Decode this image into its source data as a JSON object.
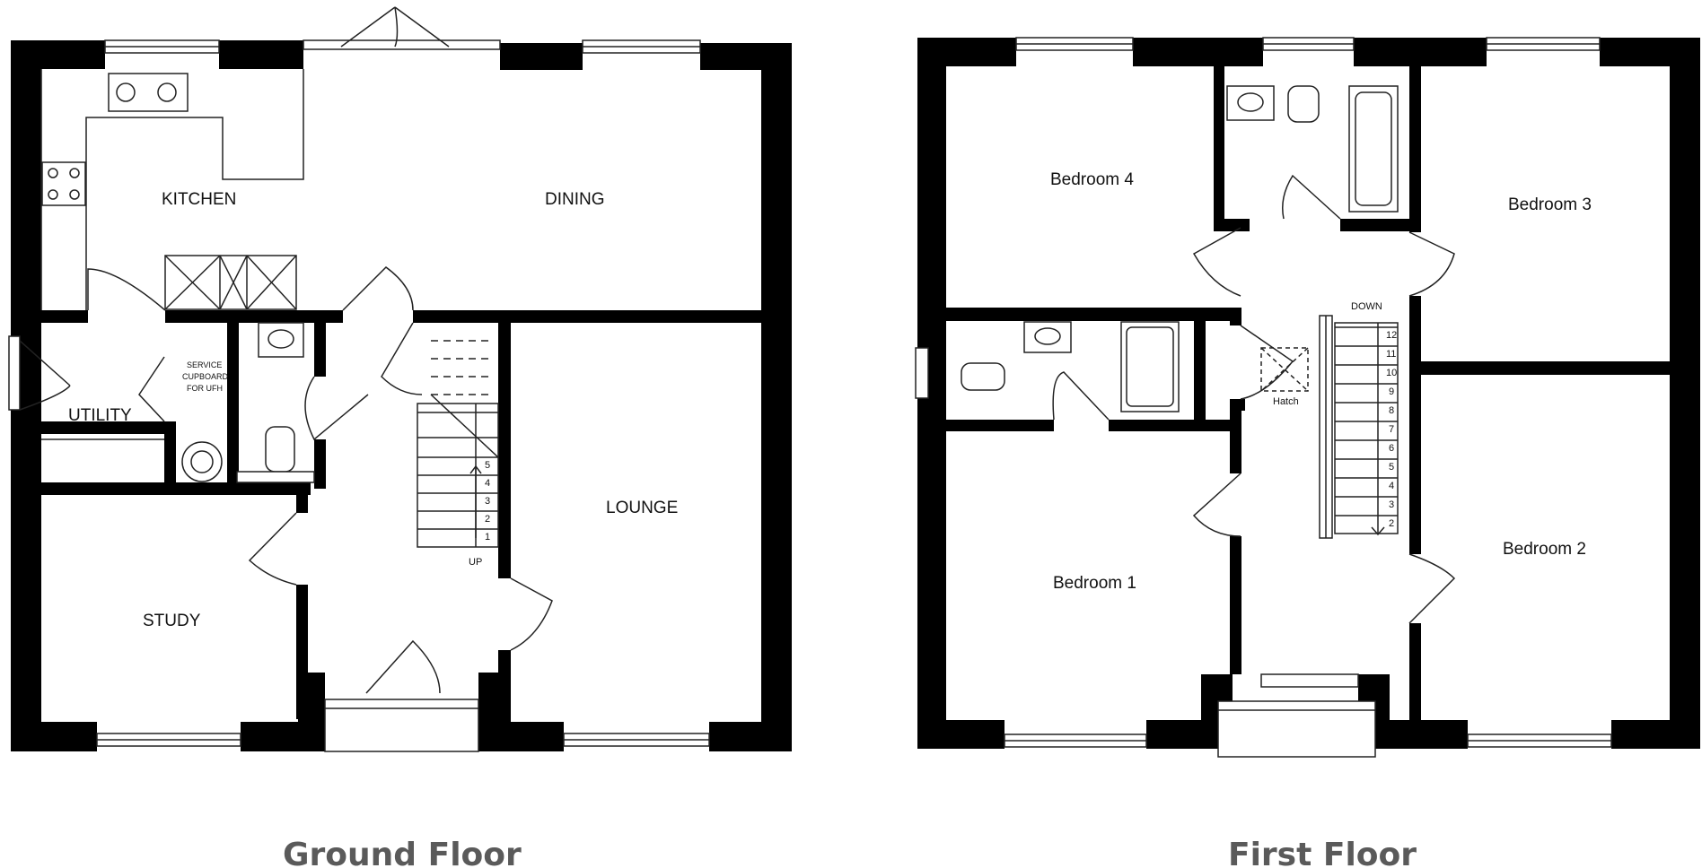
{
  "ground_floor": {
    "title": "Ground Floor",
    "rooms": {
      "kitchen": "KITCHEN",
      "dining": "DINING",
      "utility": "UTILITY",
      "lounge": "LOUNGE",
      "study": "STUDY"
    },
    "service_cupboard": [
      "SERVICE",
      "CUPBOARD",
      "FOR UFH"
    ],
    "stair_direction": "UP",
    "stair_steps": [
      "5",
      "4",
      "3",
      "2",
      "1"
    ]
  },
  "first_floor": {
    "title": "First Floor",
    "rooms": {
      "bedroom1": "Bedroom 1",
      "bedroom2": "Bedroom 2",
      "bedroom3": "Bedroom 3",
      "bedroom4": "Bedroom 4"
    },
    "hatch": "Hatch",
    "stair_direction": "DOWN",
    "stair_steps": [
      "12",
      "11",
      "10",
      "9",
      "8",
      "7",
      "6",
      "5",
      "4",
      "3",
      "2"
    ]
  }
}
